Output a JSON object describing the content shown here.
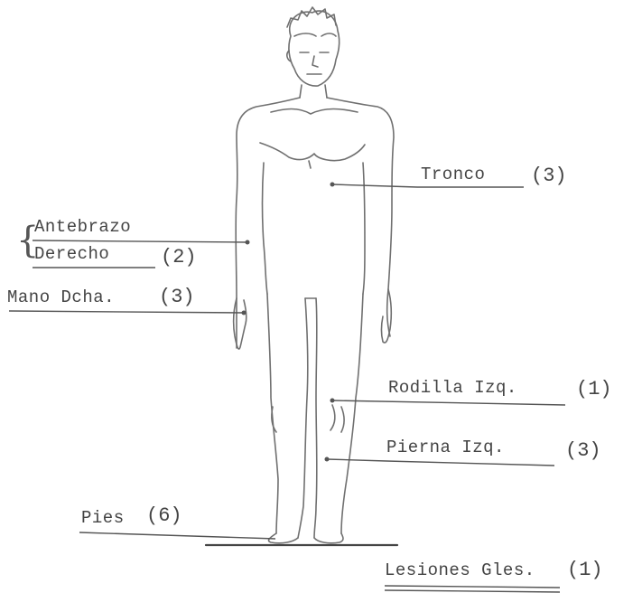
{
  "labels": {
    "tronco": {
      "text": "Tronco",
      "count": "(3)"
    },
    "antebrazo": {
      "line1": "Antebrazo",
      "line2": "Derecho",
      "count": "(2)"
    },
    "mano": {
      "text": "Mano Dcha.",
      "count": "(3)"
    },
    "rodilla": {
      "text": "Rodilla Izq.",
      "count": "(1)"
    },
    "pierna": {
      "text": "Pierna Izq.",
      "count": "(3)"
    },
    "pies": {
      "text": "Pies",
      "count": "(6)"
    },
    "lesiones": {
      "text": "Lesiones Gles.",
      "count": "(1)"
    }
  },
  "colors": {
    "ink": "#444444",
    "figure": "#6a6a6a",
    "paper": "#ffffff"
  }
}
